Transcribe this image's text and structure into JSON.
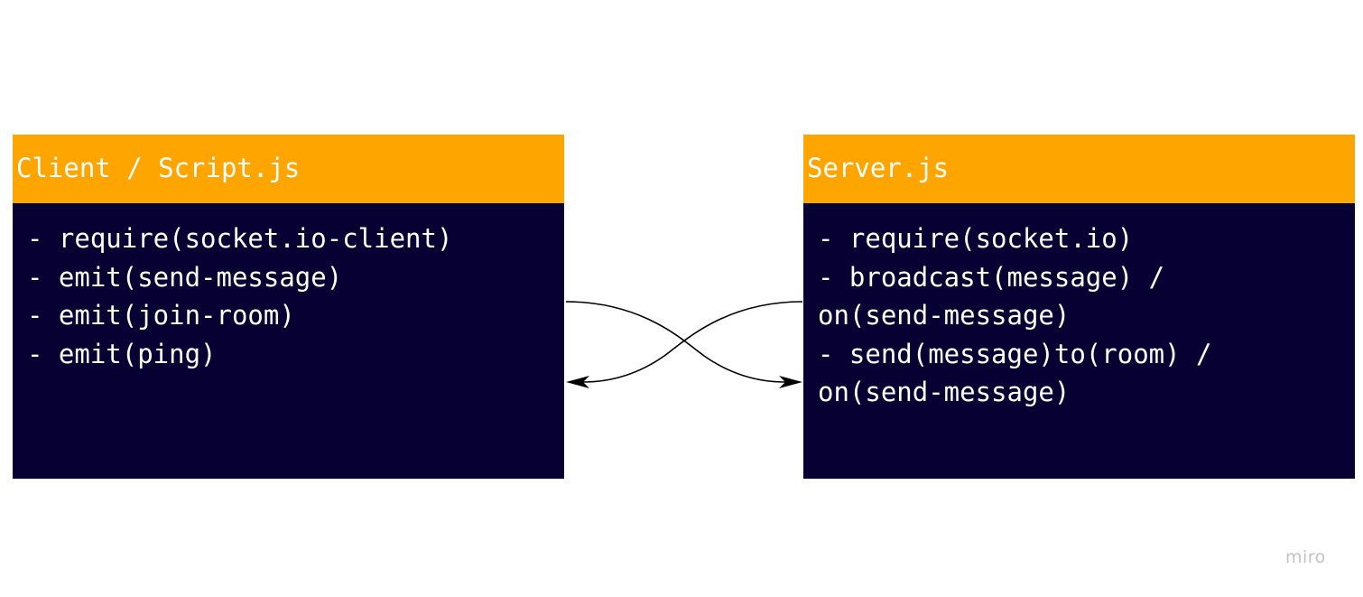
{
  "client": {
    "title": "Client / Script.js",
    "lines": [
      "- require(socket.io-client)",
      "- emit(send-message)",
      "- emit(join-room)",
      "- emit(ping)"
    ]
  },
  "server": {
    "title": "Server.js",
    "lines": [
      "- require(socket.io)",
      "- broadcast(message) /",
      "on(send-message)",
      "- send(message)to(room) /",
      "on(send-message)"
    ]
  },
  "watermark": "miro",
  "colors": {
    "header": "#ffa500",
    "body": "#060033",
    "text": "#ffffff",
    "connector": "#000000"
  }
}
